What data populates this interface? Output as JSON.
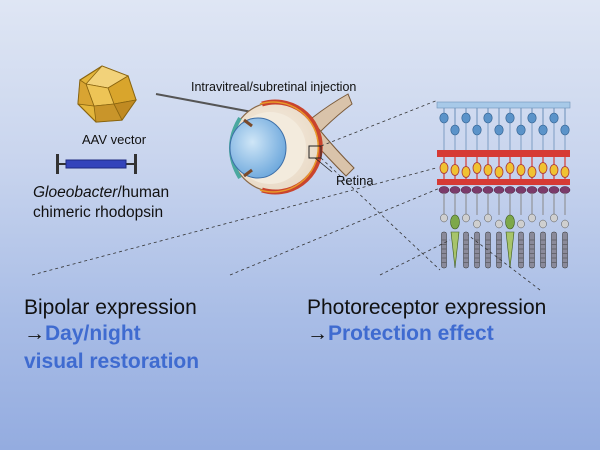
{
  "labels": {
    "aav_vector": "AAV vector",
    "rhodopsin_italic": "Gloeobacter",
    "rhodopsin_rest": "/human",
    "rhodopsin_line2": "chimeric rhodopsin",
    "injection": "Intravitreal/subretinal injection",
    "retina": "Retina"
  },
  "bipolar": {
    "line1": "Bipolar expression",
    "arrow": "→",
    "effect_line1": "Day/night",
    "effect_line2": "visual restoration"
  },
  "photoreceptor": {
    "line1": "Photoreceptor expression",
    "arrow": "→",
    "effect": "Protection effect"
  },
  "colors": {
    "highlight_blue": "#3f6bd0",
    "capsid_gold": "#e3b53b",
    "rhodopsin_bar": "#3344bb",
    "bipolar_red": "#d63a34",
    "ganglion_blue": "#5b93c9",
    "photoreceptor_green": "#7da84a"
  },
  "icons": [
    "aav-capsid-icon",
    "rhodopsin-construct-icon",
    "eye-cross-section-icon",
    "retina-layers-icon",
    "syringe-needle-icon"
  ]
}
